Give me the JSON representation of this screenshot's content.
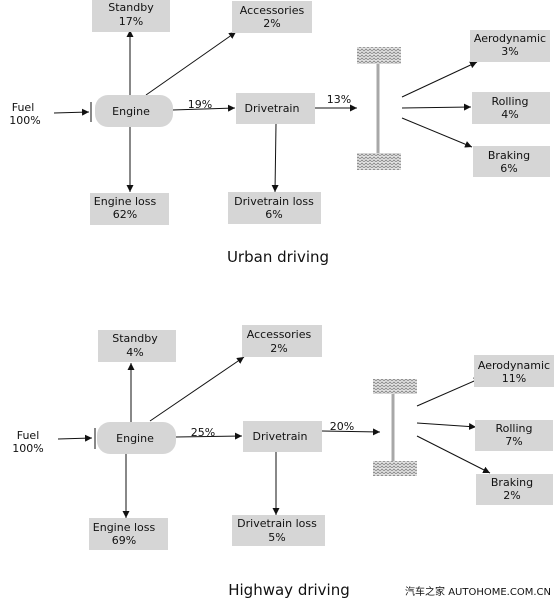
{
  "urban": {
    "title": "Urban driving",
    "fuel": {
      "label": "Fuel",
      "value": "100%"
    },
    "standby": {
      "label": "Standby",
      "value": "17%"
    },
    "accessories": {
      "label": "Accessories",
      "value": "2%"
    },
    "engine": "Engine",
    "engine_to_drivetrain": "19%",
    "drivetrain": "Drivetrain",
    "drivetrain_to_wheels": "13%",
    "engine_loss": {
      "label": "Engine loss",
      "value": "62%"
    },
    "drivetrain_loss": {
      "label": "Drivetrain loss",
      "value": "6%"
    },
    "aerodynamic": {
      "label": "Aerodynamic",
      "value": "3%"
    },
    "rolling": {
      "label": "Rolling",
      "value": "4%"
    },
    "braking": {
      "label": "Braking",
      "value": "6%"
    }
  },
  "highway": {
    "title": "Highway driving",
    "fuel": {
      "label": "Fuel",
      "value": "100%"
    },
    "standby": {
      "label": "Standby",
      "value": "4%"
    },
    "accessories": {
      "label": "Accessories",
      "value": "2%"
    },
    "engine": "Engine",
    "engine_to_drivetrain": "25%",
    "drivetrain": "Drivetrain",
    "drivetrain_to_wheels": "20%",
    "engine_loss": {
      "label": "Engine loss",
      "value": "69%"
    },
    "drivetrain_loss": {
      "label": "Drivetrain loss",
      "value": "5%"
    },
    "aerodynamic": {
      "label": "Aerodynamic",
      "value": "11%"
    },
    "rolling": {
      "label": "Rolling",
      "value": "7%"
    },
    "braking": {
      "label": "Braking",
      "value": "2%"
    }
  },
  "watermark": "汽车之家  AUTOHOME.COM.CN"
}
